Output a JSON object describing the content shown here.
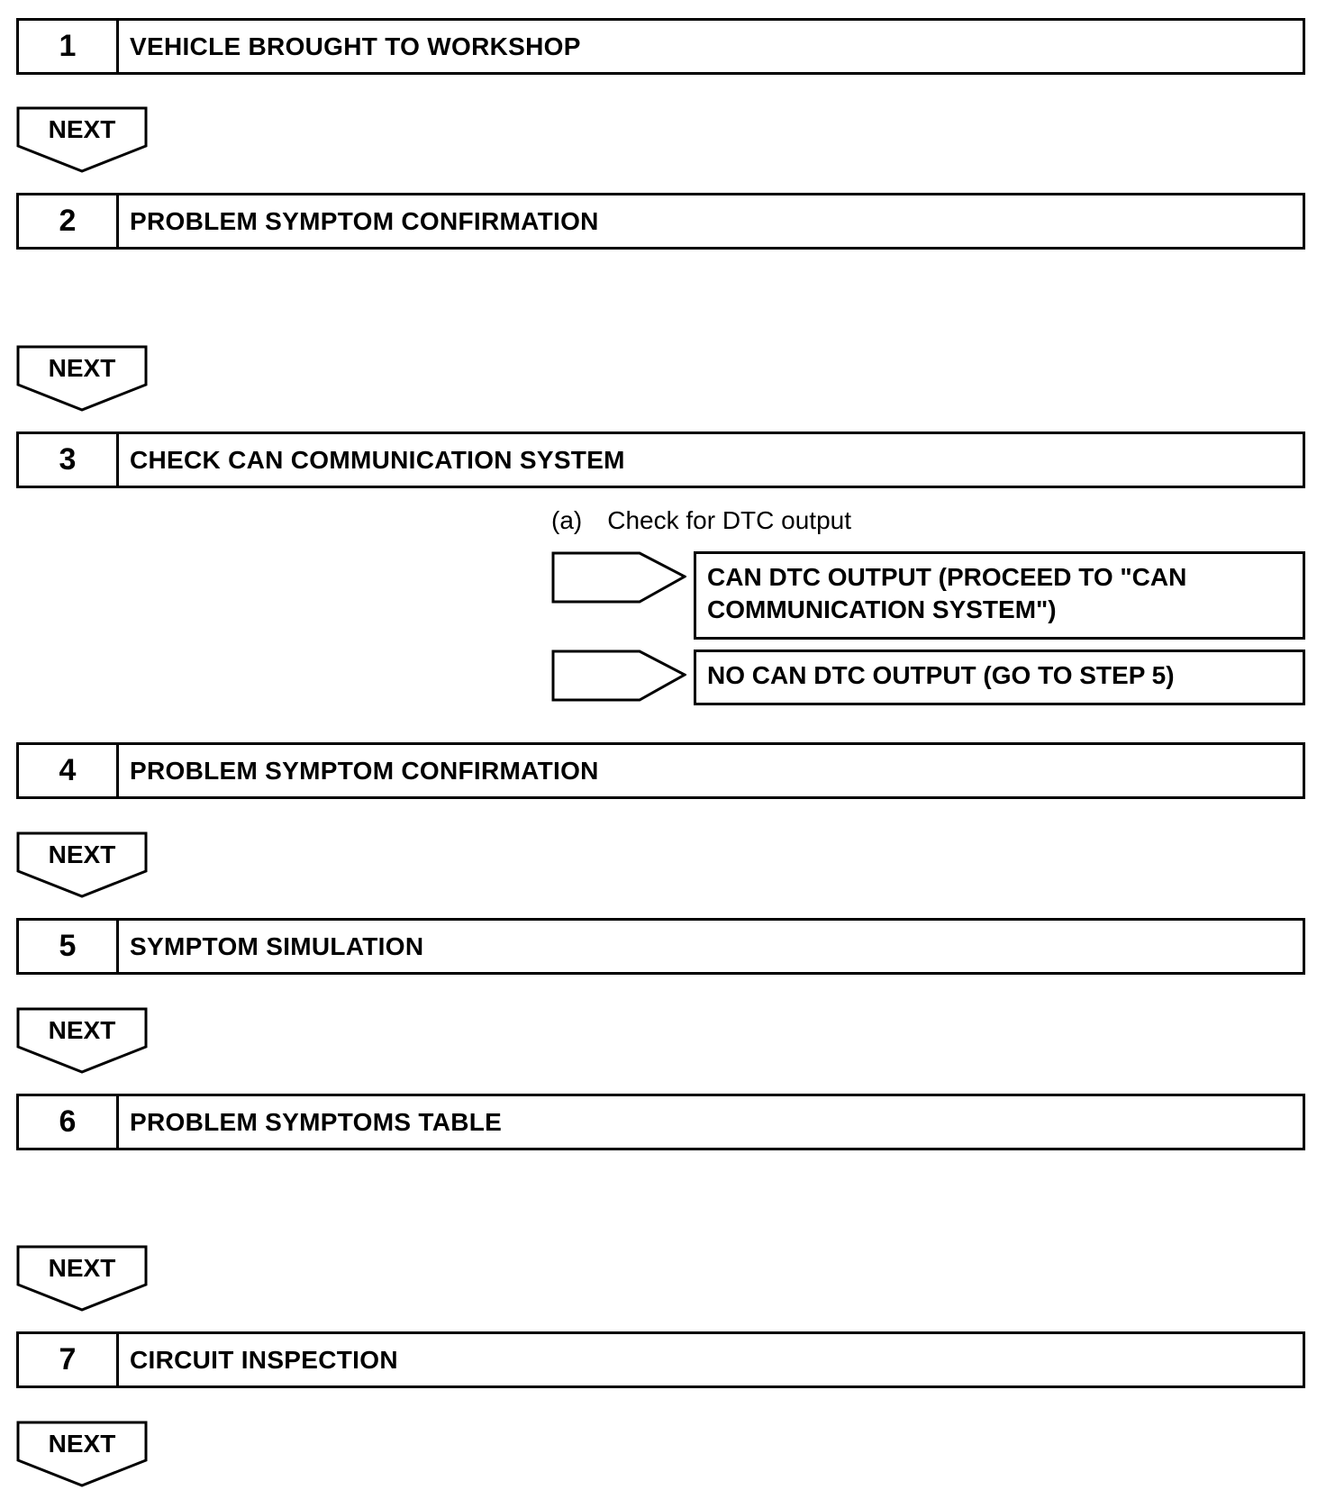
{
  "steps": [
    {
      "number": "1",
      "title": "VEHICLE BROUGHT TO WORKSHOP"
    },
    {
      "number": "2",
      "title": "PROBLEM SYMPTOM CONFIRMATION"
    },
    {
      "number": "3",
      "title": "CHECK CAN COMMUNICATION SYSTEM"
    },
    {
      "number": "4",
      "title": "PROBLEM SYMPTOM CONFIRMATION"
    },
    {
      "number": "5",
      "title": "SYMPTOM SIMULATION"
    },
    {
      "number": "6",
      "title": "PROBLEM SYMPTOMS TABLE"
    },
    {
      "number": "7",
      "title": "CIRCUIT INSPECTION"
    }
  ],
  "next_label": "NEXT",
  "step3_check": {
    "tag": "(a)",
    "text": "Check for DTC output",
    "results": [
      "CAN DTC OUTPUT (PROCEED TO \"CAN COMMUNICATION SYSTEM\")",
      "NO CAN DTC OUTPUT (GO TO STEP 5)"
    ]
  }
}
